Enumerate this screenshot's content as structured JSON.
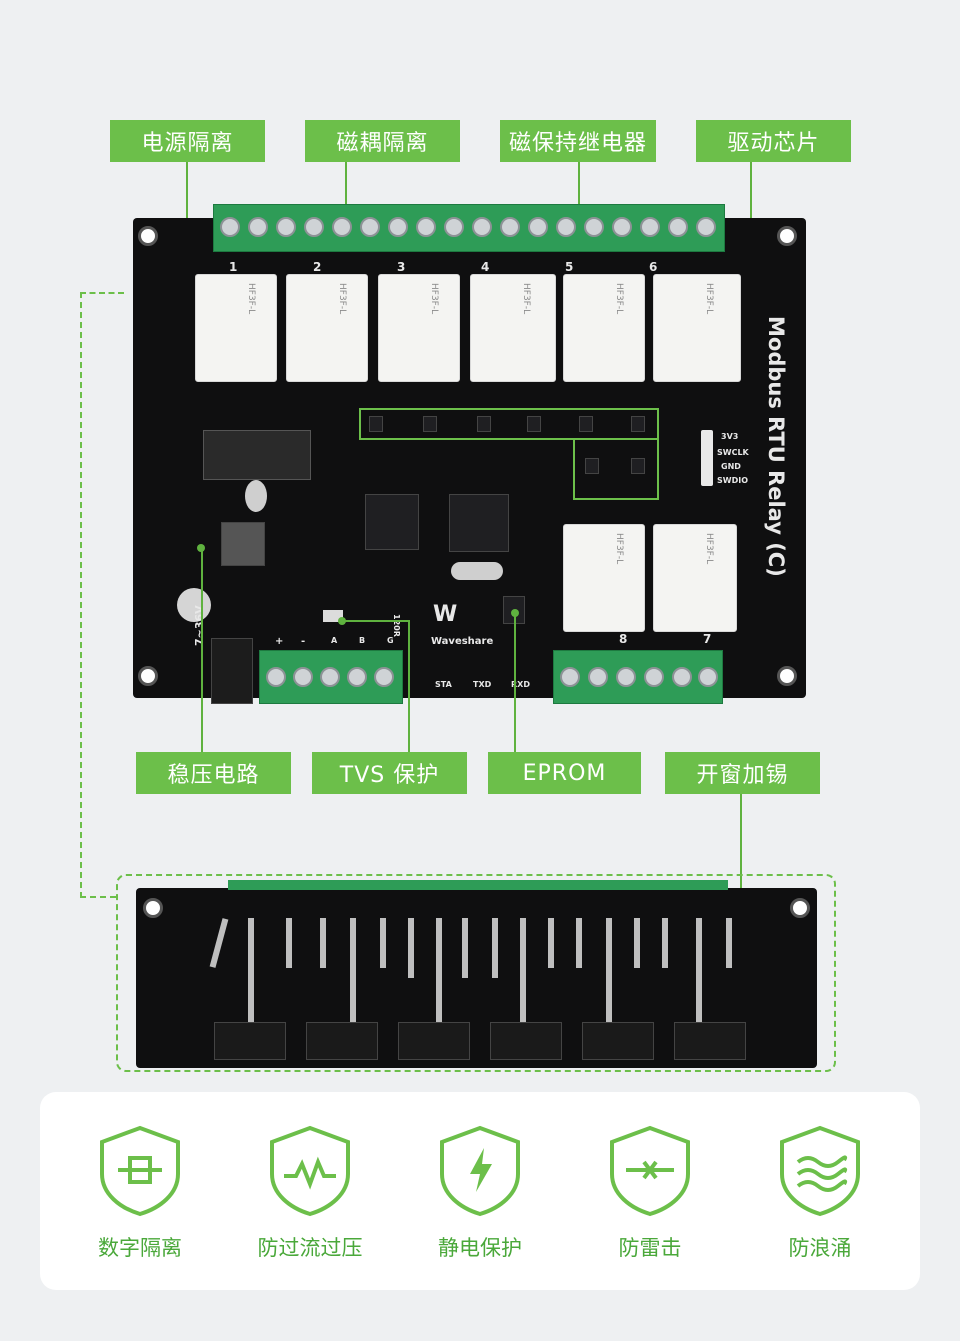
{
  "callouts_top": [
    "电源隔离",
    "磁耦隔离",
    "磁保持继电器",
    "驱动芯片"
  ],
  "callouts_bottom": [
    "稳压电路",
    "TVS 保护",
    "EPROM",
    "开窗加锡"
  ],
  "board": {
    "title": "Modbus RTU Relay (C)",
    "voltage": "7~36V",
    "brand": "Waveshare",
    "relay_numbers": [
      "1",
      "2",
      "3",
      "4",
      "5",
      "6",
      "7",
      "8"
    ],
    "relay_label": "HF3F-L",
    "header_pins": [
      "3V3",
      "SWCLK",
      "GND",
      "SWDIO"
    ],
    "led_labels": [
      "STA",
      "TXD",
      "RXD"
    ],
    "terminal_marks": [
      "+",
      "-",
      "A",
      "B",
      "G"
    ],
    "resistor_label": "120R"
  },
  "features": [
    {
      "label": "数字隔离",
      "icon": "digital-isolation-icon"
    },
    {
      "label": "防过流过压",
      "icon": "overcurrent-icon"
    },
    {
      "label": "静电保护",
      "icon": "esd-icon"
    },
    {
      "label": "防雷击",
      "icon": "lightning-icon"
    },
    {
      "label": "防浪涌",
      "icon": "surge-icon"
    }
  ],
  "colors": {
    "accent": "#6cbf4a",
    "board": "#0f0f10",
    "terminal": "#2e9c57"
  }
}
